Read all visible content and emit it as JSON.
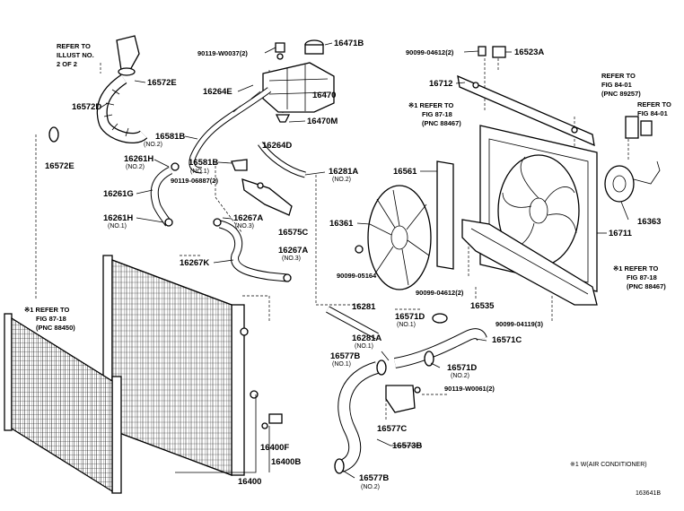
{
  "labels": {
    "l_16471b": "16471B",
    "l_90119_w0037": "90119-W0037(2)",
    "l_refer_a1": "REFER TO",
    "l_refer_a2": "ILLUST NO.",
    "l_refer_a3": "2 OF 2",
    "l_16572e_top": "16572E",
    "l_16264e": "16264E",
    "l_16470": "16470",
    "l_16470m": "16470M",
    "l_16572d": "16572D",
    "l_16581b_a": "16581B",
    "l_no2_a": "(NO.2)",
    "l_16264d": "16264D",
    "l_16572e_bot": "16572E",
    "l_16261h_a": "16261H",
    "l_no2_b": "(NO.2)",
    "l_16581b_b": "16581B",
    "l_no1_a": "(NO.1)",
    "l_16281a_top": "16281A",
    "l_no2_c": "(NO.2)",
    "l_90119_06887": "90119-06887(2)",
    "l_16261g": "16261G",
    "l_16261h_b": "16261H",
    "l_no1_b": "(NO.1)",
    "l_16267a_a": "16267A",
    "l_no3": "(NO.3)",
    "l_16575c": "16575C",
    "l_16267a_b": "16267A",
    "l_no3_b": "(NO.3)",
    "l_16267k": "16267K",
    "l_90099_04612_top": "90099-04612(2)",
    "l_16523a": "16523A",
    "l_16712": "16712",
    "l_refer_b1": "REFER TO",
    "l_refer_b2": "FIG 84-01",
    "l_refer_b3": "(PNC 89257)",
    "l_refer_c1": "REFER TO",
    "l_refer_c2": "FIG 84-01",
    "l_star_refer_d1": "※1 REFER TO",
    "l_star_refer_d2": "FIG 87-18",
    "l_star_refer_d3": "(PNC 88467)",
    "l_16561": "16561",
    "l_16363": "16363",
    "l_16361": "16361",
    "l_16711": "16711",
    "l_90099_05164": "90099-05164",
    "l_star_refer_e1": "※1 REFER TO",
    "l_star_refer_e2": "FIG 87-18",
    "l_star_refer_e3": "(PNC 88467)",
    "l_90099_04612_bot": "90099-04612(2)",
    "l_16535": "16535",
    "l_90099_04119": "90099-04119(3)",
    "l_star_refer_f1": "※1 REFER TO",
    "l_star_refer_f2": "FIG 87-18",
    "l_star_refer_f3": "(PNC 88450)",
    "l_16281": "16281",
    "l_16571d_a": "16571D",
    "l_no1_c": "(NO.1)",
    "l_16281a_b": "16281A",
    "l_no1_d": "(NO.1)",
    "l_16571c": "16571C",
    "l_16577b_a": "16577B",
    "l_no1_e": "(NO.1)",
    "l_16571d_b": "16571D",
    "l_no2_d": "(NO.2)",
    "l_90119_w0061": "90119-W0061(2)",
    "l_16577c": "16577C",
    "l_16400f": "16400F",
    "l_16573b": "16573B",
    "l_16400b": "16400B",
    "l_16400": "16400",
    "l_16577b_b": "16577B",
    "l_no2_e": "(NO.2)",
    "l_note_ac": "※1 W(AIR CONDITIONER)",
    "l_fig_no": "163641B"
  }
}
